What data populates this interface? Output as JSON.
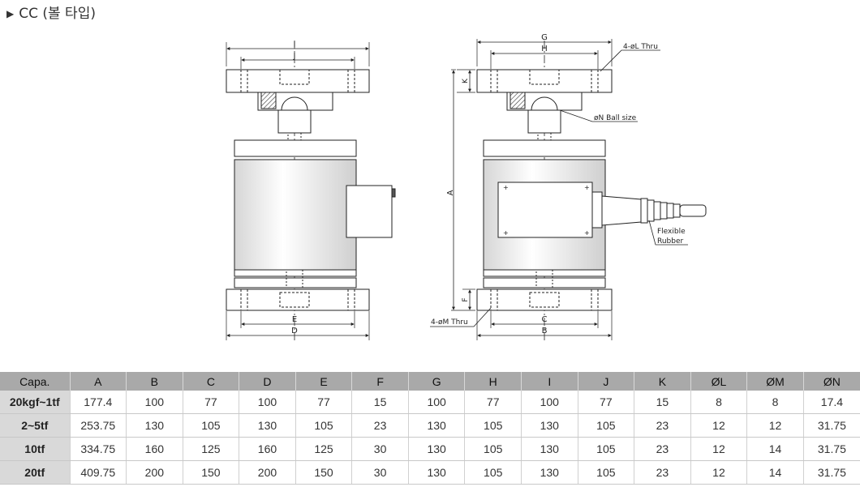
{
  "title": "CC (볼 타입)",
  "title_marker": "▶",
  "labels": {
    "I": "I",
    "J": "J",
    "E": "E",
    "D": "D",
    "G": "G",
    "H": "H",
    "K": "K",
    "A": "A",
    "F": "F",
    "C": "C",
    "B": "B",
    "l_thru": "4-øL Thru",
    "ball_size": "øN Ball size",
    "flexible": "Flexible",
    "rubber": "Rubber",
    "m_thru": "4-øM Thru"
  },
  "table": {
    "headers": [
      "Capa.",
      "A",
      "B",
      "C",
      "D",
      "E",
      "F",
      "G",
      "H",
      "I",
      "J",
      "K",
      "ØL",
      "ØM",
      "ØN"
    ],
    "rows": [
      [
        "20kgf~1tf",
        "177.4",
        "100",
        "77",
        "100",
        "77",
        "15",
        "100",
        "77",
        "100",
        "77",
        "15",
        "8",
        "8",
        "17.4"
      ],
      [
        "2~5tf",
        "253.75",
        "130",
        "105",
        "130",
        "105",
        "23",
        "130",
        "105",
        "130",
        "105",
        "23",
        "12",
        "12",
        "31.75"
      ],
      [
        "10tf",
        "334.75",
        "160",
        "125",
        "160",
        "125",
        "30",
        "130",
        "105",
        "130",
        "105",
        "23",
        "12",
        "14",
        "31.75"
      ],
      [
        "20tf",
        "409.75",
        "200",
        "150",
        "200",
        "150",
        "30",
        "130",
        "105",
        "130",
        "105",
        "23",
        "12",
        "14",
        "31.75"
      ]
    ]
  }
}
